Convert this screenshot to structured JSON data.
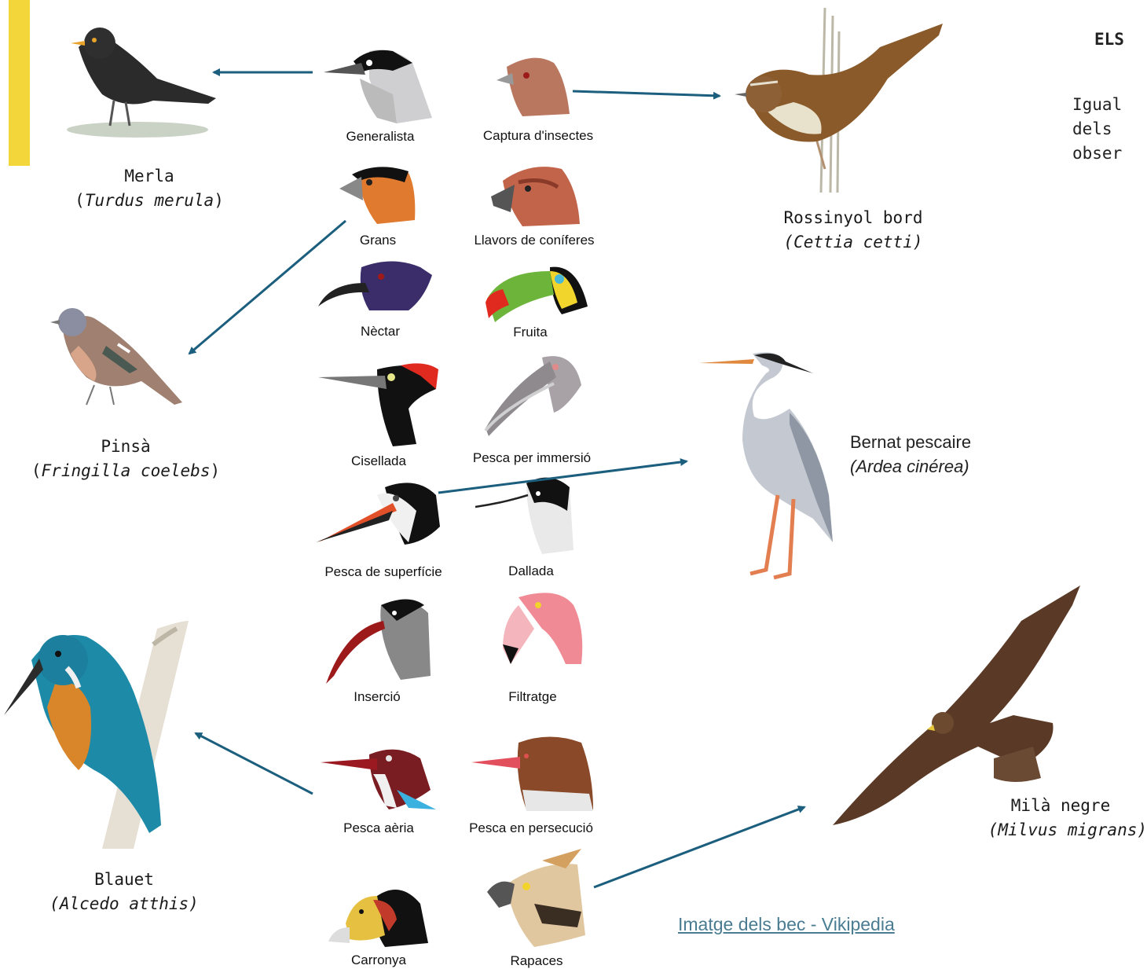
{
  "colors": {
    "accent": "#f2d63a",
    "arrow": "#1b5e7d",
    "link": "#4a7c92"
  },
  "header": {
    "title": "ELS",
    "lines": [
      "Igual",
      "dels",
      "obser"
    ]
  },
  "birds": {
    "merla": {
      "name": "Merla",
      "latin": "Turdus merula"
    },
    "pinsa": {
      "name": "Pinsà",
      "latin": "Fringilla coelebs"
    },
    "blauet": {
      "name": "Blauet",
      "latin": "(Alcedo atthis)"
    },
    "rossinyol": {
      "name": "Rossinyol bord",
      "latin": "(Cettia cetti)"
    },
    "bernat": {
      "name": "Bernat pescaire",
      "latin": "(Ardea cinérea)"
    },
    "mila": {
      "name": "Milà negre",
      "latin": "(Milvus migrans)"
    }
  },
  "beaks": [
    {
      "label": "Generalista",
      "icon": "generalist-beak-icon"
    },
    {
      "label": "Captura d'insectes",
      "icon": "insect-beak-icon"
    },
    {
      "label": "Grans",
      "icon": "seed-beak-icon"
    },
    {
      "label": "Llavors de coníferes",
      "icon": "crossbill-beak-icon"
    },
    {
      "label": "Nèctar",
      "icon": "nectar-beak-icon"
    },
    {
      "label": "Fruita",
      "icon": "toucan-beak-icon"
    },
    {
      "label": "Cisellada",
      "icon": "woodpecker-beak-icon"
    },
    {
      "label": "Pesca per immersió",
      "icon": "pelican-beak-icon"
    },
    {
      "label": "Pesca de superfície",
      "icon": "skimmer-beak-icon"
    },
    {
      "label": "Dallada",
      "icon": "avocet-beak-icon"
    },
    {
      "label": "Inserció",
      "icon": "ibis-beak-icon"
    },
    {
      "label": "Filtratge",
      "icon": "flamingo-beak-icon"
    },
    {
      "label": "Pesca aèria",
      "icon": "kingfisher-beak-icon"
    },
    {
      "label": "Pesca en persecució",
      "icon": "merganser-beak-icon"
    },
    {
      "label": "Carronya",
      "icon": "vulture-beak-icon"
    },
    {
      "label": "Rapaces",
      "icon": "raptor-beak-icon"
    }
  ],
  "source_link": "Imatge dels bec - Vikipedia"
}
